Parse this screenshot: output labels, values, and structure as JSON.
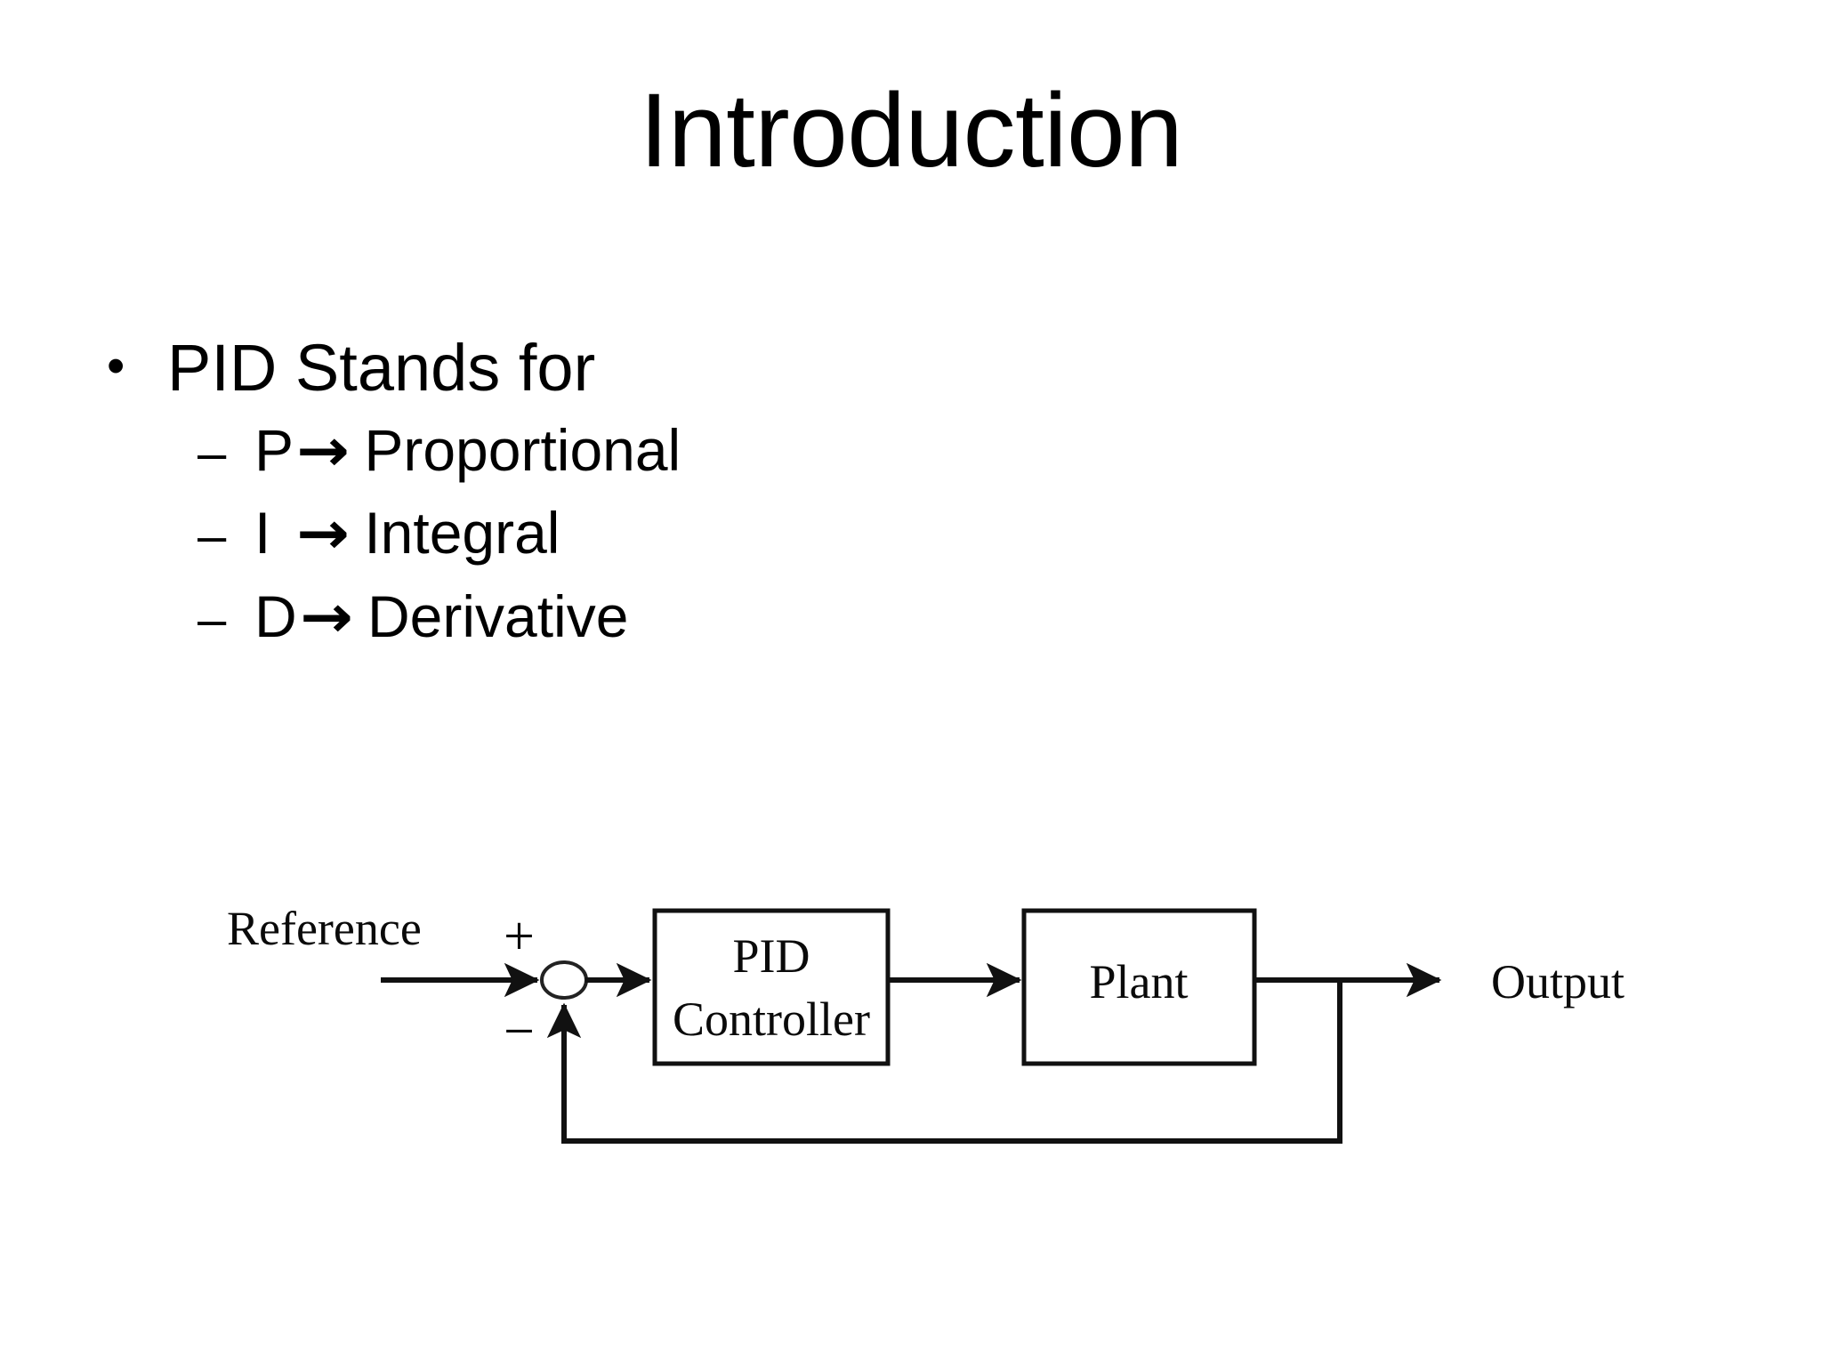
{
  "slide": {
    "title": "Introduction",
    "background_color": "#ffffff",
    "text_color": "#000000"
  },
  "body": {
    "bullets": [
      {
        "level": 1,
        "marker": "•",
        "text": "PID Stands for"
      }
    ],
    "sub_bullets": [
      {
        "level": 2,
        "marker": "–",
        "letter": "P",
        "arrow": "→",
        "word": "Proportional",
        "full_text": "P → Proportional"
      },
      {
        "level": 2,
        "marker": "–",
        "letter": "I",
        "arrow": "→",
        "word": "Integral",
        "full_text": "I  → Integral"
      },
      {
        "level": 2,
        "marker": "–",
        "letter": "D",
        "arrow": "→",
        "word": "Derivative",
        "full_text": "D → Derivative"
      }
    ]
  },
  "diagram": {
    "name": "pid-closed-loop-block-diagram",
    "labels": {
      "reference": "Reference",
      "plus": "+",
      "minus": "−",
      "pid_line1": "PID",
      "pid_line2": "Controller",
      "plant": "Plant",
      "output": "Output"
    },
    "line_color": "#111111",
    "box_fill": "#ffffff"
  }
}
